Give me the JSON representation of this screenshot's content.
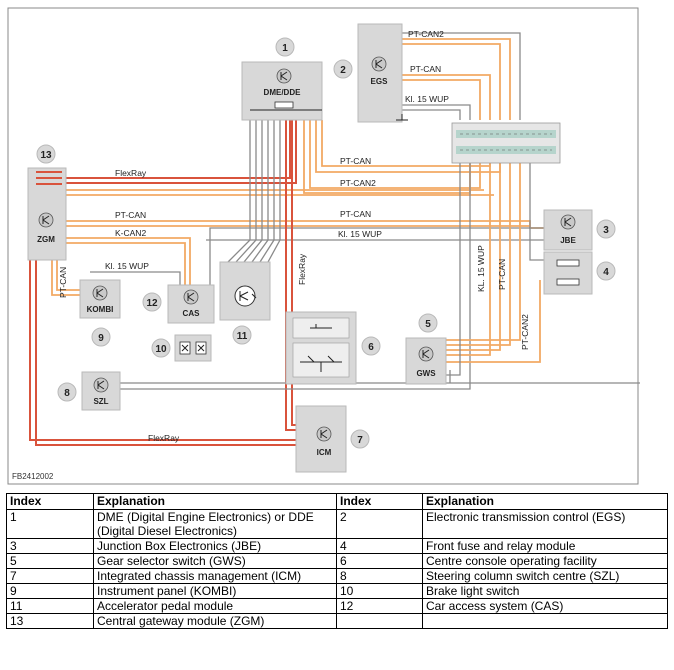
{
  "figure_id": "FB2412002",
  "modules": {
    "dme": "DME/DDE",
    "egs": "EGS",
    "zgm": "ZGM",
    "jbe": "JBE",
    "kombi": "KOMBI",
    "cas": "CAS",
    "szl": "SZL",
    "icm": "ICM",
    "gws": "GWS"
  },
  "wires": {
    "pt_can2": "PT-CAN2",
    "pt_can": "PT-CAN",
    "kl15": "Kl. 15 WUP",
    "flexray": "FlexRay",
    "k_can2": "K-CAN2",
    "kl15_caps": "KL. 15 WUP"
  },
  "callouts": [
    "1",
    "2",
    "3",
    "4",
    "5",
    "6",
    "7",
    "8",
    "9",
    "10",
    "11",
    "12",
    "13"
  ],
  "legend": {
    "headers": [
      "Index",
      "Explanation",
      "Index",
      "Explanation"
    ],
    "rows": [
      [
        "1",
        "DME (Digital Engine Electronics) or DDE (Digital Diesel Electronics)",
        "2",
        "Electronic transmission control (EGS)"
      ],
      [
        "3",
        "Junction Box Electronics (JBE)",
        "4",
        "Front fuse and relay module"
      ],
      [
        "5",
        "Gear selector switch (GWS)",
        "6",
        "Centre console operating facility"
      ],
      [
        "7",
        "Integrated chassis management (ICM)",
        "8",
        "Steering column switch centre (SZL)"
      ],
      [
        "9",
        "Instrument panel (KOMBI)",
        "10",
        "Brake light switch"
      ],
      [
        "11",
        "Accelerator pedal module",
        "12",
        "Car access system (CAS)"
      ],
      [
        "13",
        "Central gateway module (ZGM)",
        "",
        ""
      ]
    ]
  },
  "colors": {
    "pt_can": "#f2a964",
    "flexray": "#d9533c",
    "signal": "#8a8a8a",
    "module": "#d8d8d8"
  }
}
